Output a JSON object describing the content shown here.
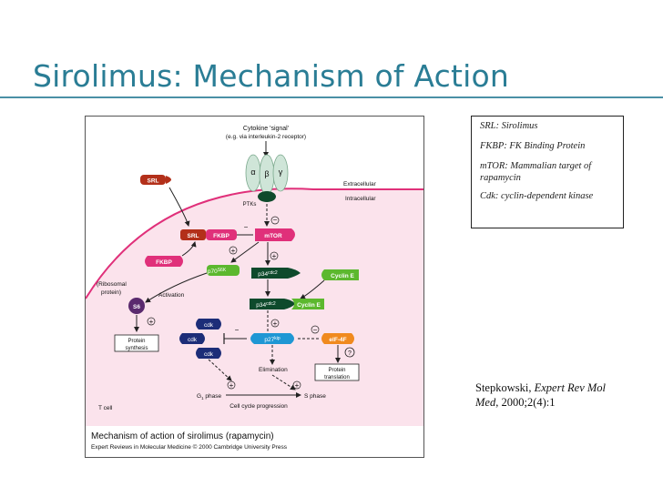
{
  "slide": {
    "title": "Sirolimus: Mechanism of Action"
  },
  "figure": {
    "caption": "Mechanism of action of sirolimus (rapamycin)",
    "copyright": "Expert Reviews in Molecular Medicine © 2000 Cambridge University Press",
    "labels": {
      "cytokine_signal": "Cytokine 'signal'",
      "cytokine_note": "(e.g. via interleukin-2 receptor)",
      "alpha": "α",
      "beta": "β",
      "gamma": "γ",
      "extracellular": "Extracellular",
      "intracellular": "Intracellular",
      "ptks": "PTKs",
      "srl_free": "SRL",
      "srl_complex": "SRL",
      "fkbp_complex": "FKBP",
      "fkbp_free": "FKBP",
      "mtor": "mTOR",
      "p70": "p70",
      "p70_sup": "S6K",
      "p34a": "p34",
      "p34a_sup": "cdc2",
      "p34b": "p34",
      "p34b_sup": "cdc2",
      "cyclin_e_free": "Cyclin E",
      "cyclin_e_bound": "Cyclin E",
      "ribosomal": "(Ribosomal",
      "protein": "protein)",
      "s6": "S6",
      "activation": "Activation",
      "cdk1": "cdk",
      "cdk2": "cdk",
      "cdk3": "cdk",
      "p27": "p27",
      "p27_sup": "kip",
      "elf4f": "elF-4F",
      "question": "?",
      "elimination": "Elimination",
      "protein_synthesis_1": "Protein",
      "protein_synthesis_2": "synthesis",
      "protein_translation_1": "Protein",
      "protein_translation_2": "translation",
      "g1_phase": "G",
      "g1_sub": "1",
      "g1_word": " phase",
      "s_phase": "S phase",
      "cell_cycle": "Cell cycle progression",
      "t_cell": "T cell",
      "plus": "+",
      "minus": "−"
    }
  },
  "legend": {
    "items": [
      "SRL: Sirolimus",
      "FKBP: FK Binding Protein",
      "mTOR: Mammalian target of rapamycin",
      "Cdk: cyclin-dependent kinase"
    ]
  },
  "citation": {
    "author": "Stepkowski, ",
    "journal": "Expert Rev Mol Med",
    "details": ", 2000;2(4):1"
  },
  "colors": {
    "title": "#2a7d95",
    "cell_fill": "#fbe3ec",
    "cell_border": "#e0307a",
    "srl": "#b3301a",
    "fkbp": "#e0307a",
    "mtor": "#e0307a",
    "receptor": "#cfe5d8",
    "ptk": "#0e4a2c",
    "p34": "#0e4a2c",
    "cyclin_e": "#5cb82e",
    "p70": "#5cb82e",
    "s6": "#5a2a6e",
    "cdk": "#1c2d78",
    "p27": "#1f97d4",
    "elf4f": "#f08a1e"
  }
}
